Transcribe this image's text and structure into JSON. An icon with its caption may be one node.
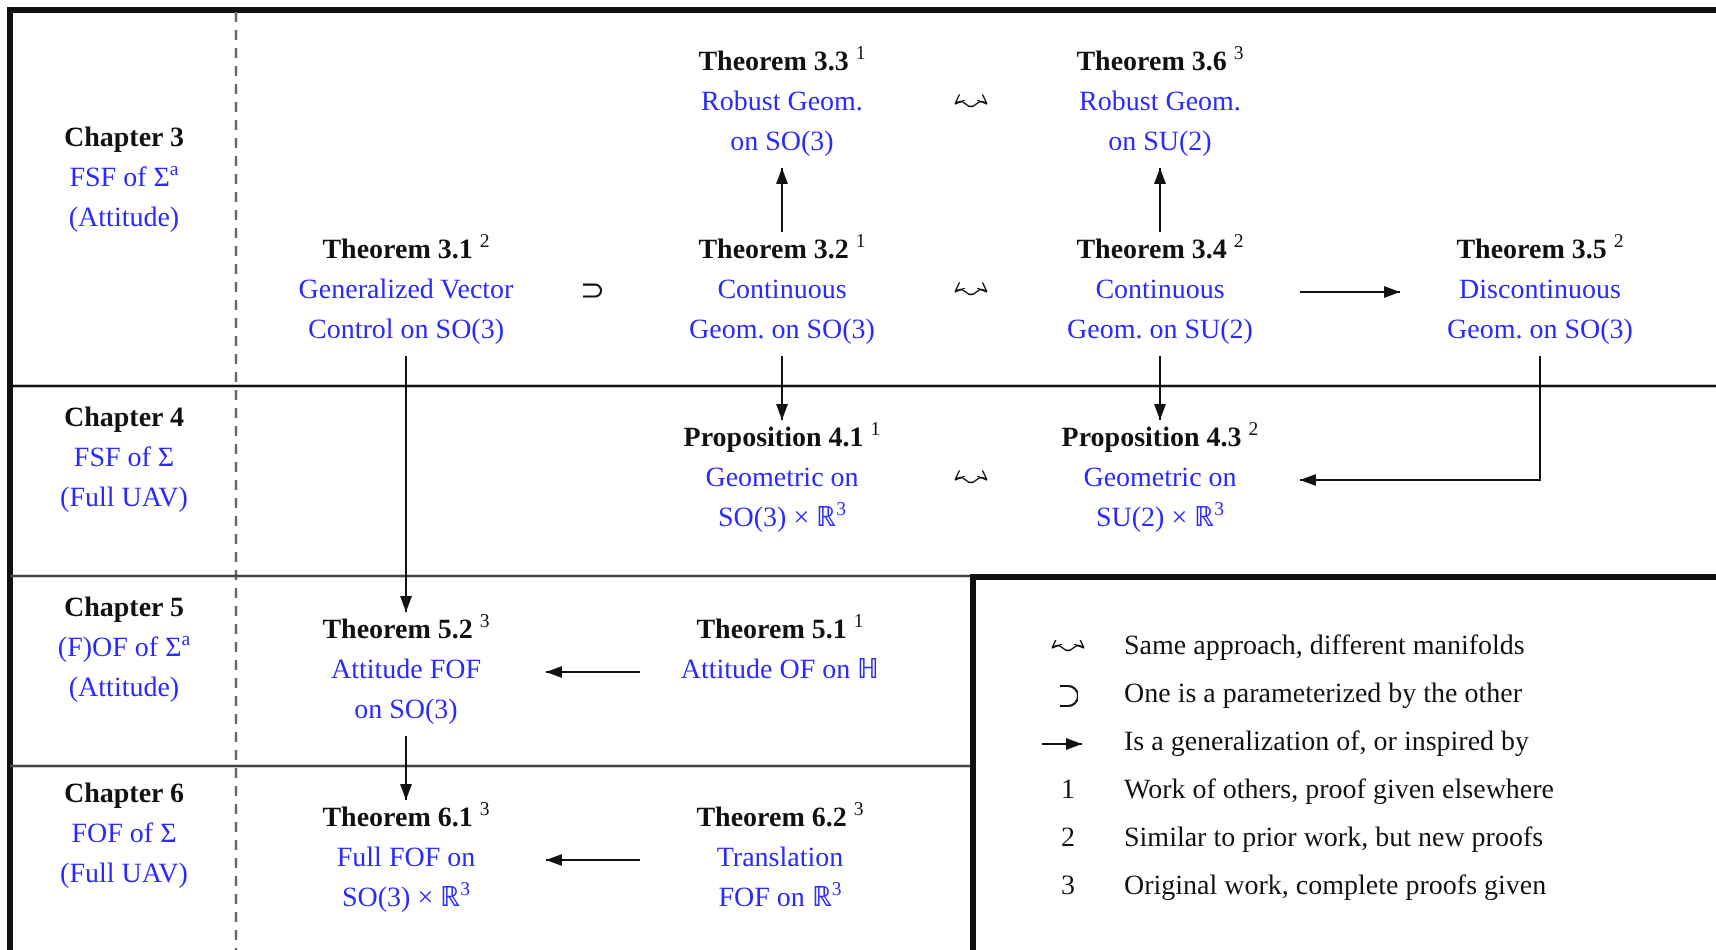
{
  "diagram": {
    "nodes": [
      {
        "text": [
          "Theorem 3.3 $^{1}$",
          "Robust Geom. on SO(3)"
        ]
      },
      {
        "text": [
          "Theorem 3.6 $^{3}$",
          "Robust Geom. on SU(2)"
        ]
      },
      {
        "text": [
          "Theorem 3.1 $^{2}$",
          "Generalized Vector Control on SO(3)"
        ]
      },
      {
        "text": [
          "Theorem 3.2 $^{1}$",
          "Continuous Geom. on SO(3)"
        ]
      },
      {
        "text": [
          "Theorem 3.4 $^{2}$",
          "Continuous Geom. on SU(2)"
        ]
      },
      {
        "text": [
          "Theorem 3.5 $^{2}$",
          "Discontinuous Geom. on SO(3)"
        ]
      },
      {
        "text": [
          "Proposition 4.1 $^{1}$",
          "Geometric on SO(3) × ℝ$^{3}$"
        ]
      },
      {
        "text": [
          "Proposition 4.3 $^{2}$",
          "Geometric on SU(2) × ℝ$^{3}$"
        ]
      },
      {
        "text": [
          "Theorem 5.2 $^{3}$",
          "Attitude FOF on SO(3)"
        ]
      },
      {
        "text": [
          "Theorem 5.1 $^{1}$",
          "Attitude OF on ℍ"
        ]
      },
      {
        "text": [
          "Theorem 6.1 $^{3}$",
          "Full FOF on SO(3) × ℝ$^{3}$"
        ]
      },
      {
        "text": [
          "Theorem 6.2 $^{3}$",
          "Translation FOF on ℝ$^{3}$"
        ]
      }
    ],
    "edges": [
      {
        "from": 0,
        "to": 1,
        "arrow": "both"
      },
      {
        "from": 3,
        "to": 4,
        "arrow": "both"
      },
      {
        "from": 6,
        "to": 7,
        "arrow": "both"
      },
      {
        "from": 3,
        "to": 0,
        "arrow": "to"
      },
      {
        "from": 4,
        "to": 1,
        "arrow": "to"
      },
      {
        "from": 4,
        "to": 5,
        "arrow": "to"
      },
      {
        "from": 3,
        "to": 6,
        "arrow": "to"
      },
      {
        "from": 4,
        "to": 7,
        "arrow": "to"
      },
      {
        "from": 5,
        "to": 7,
        "arrow": "to"
      },
      {
        "from": 2,
        "to": 8,
        "arrow": "to"
      },
      {
        "from": 9,
        "to": 8,
        "arrow": "to"
      },
      {
        "from": 8,
        "to": 10,
        "arrow": "to"
      },
      {
        "from": 11,
        "to": 10,
        "arrow": "to"
      }
    ],
    "labels": [
      "Chapter 3",
      "FSF of Σ$^{a}$ (Attitude)",
      "Chapter 4",
      "FSF of Σ (Full UAV)",
      "Chapter 5",
      "(F)OF of Σ$^{a}$ (Attitude)",
      "Chapter 6",
      "FOF of Σ (Full UAV)",
      "1",
      "2",
      "3",
      "⊃"
    ],
    "legend": [
      {
        "text": "Same approach, different manifolds"
      },
      {
        "text": "One is a parameterized by the other"
      },
      {
        "text": "Is a generalization of, or inspired by"
      },
      {
        "text": "Work of others, proof given elsewhere"
      },
      {
        "text": "Similar to prior work, but new proofs"
      },
      {
        "text": "Original work, complete proofs given"
      }
    ]
  }
}
